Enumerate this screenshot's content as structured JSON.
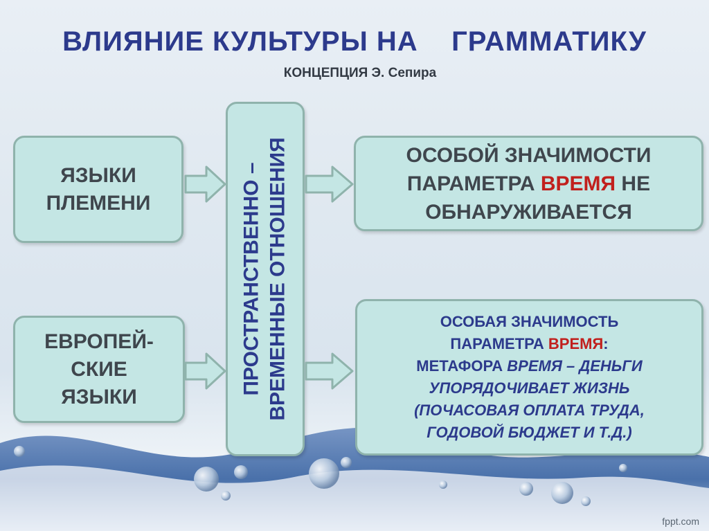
{
  "title": "ВЛИЯНИЕ КУЛЬТУРЫ НА    ГРАММАТИКУ",
  "subtitle": "КОНЦЕПЦИЯ Э. Сепира",
  "center": {
    "line1": "ПРОСТРАНСТВЕННО –",
    "line2": "ВРЕМЕННЫЕ ОТНОШЕНИЯ"
  },
  "left_top": {
    "line1": "ЯЗЫКИ",
    "line2": "ПЛЕМЕНИ"
  },
  "left_bottom": {
    "line1": "ЕВРОПЕЙ-",
    "line2": "СКИЕ",
    "line3": "ЯЗЫКИ"
  },
  "right_top": {
    "line1": "ОСОБОЙ ЗНАЧИМОСТИ",
    "line2_pre": "ПАРАМЕТРА ",
    "line2_hl": "ВРЕМЯ",
    "line2_post": " НЕ",
    "line3": "ОБНАРУЖИВАЕТСЯ"
  },
  "right_bottom": {
    "line1": "ОСОБАЯ ЗНАЧИМОСТЬ",
    "line2_pre": "ПАРАМЕТРА ",
    "line2_hl": "ВРЕМЯ",
    "line2_post": ":",
    "line3_pre": "МЕТАФОРА ",
    "line3_it": "ВРЕМЯ – ДЕНЬГИ",
    "line4": "УПОРЯДОЧИВАЕТ ЖИЗНЬ",
    "line5": "(ПОЧАСОВАЯ ОПЛАТА ТРУДА,",
    "line6": "ГОДОВОЙ БЮДЖЕТ И Т.Д.)"
  },
  "watermark": "fppt.com",
  "colors": {
    "title": "#2c3a8c",
    "highlight": "#c1201d",
    "box_fill": "#c4e6e4",
    "box_border": "#8fb3ac"
  }
}
